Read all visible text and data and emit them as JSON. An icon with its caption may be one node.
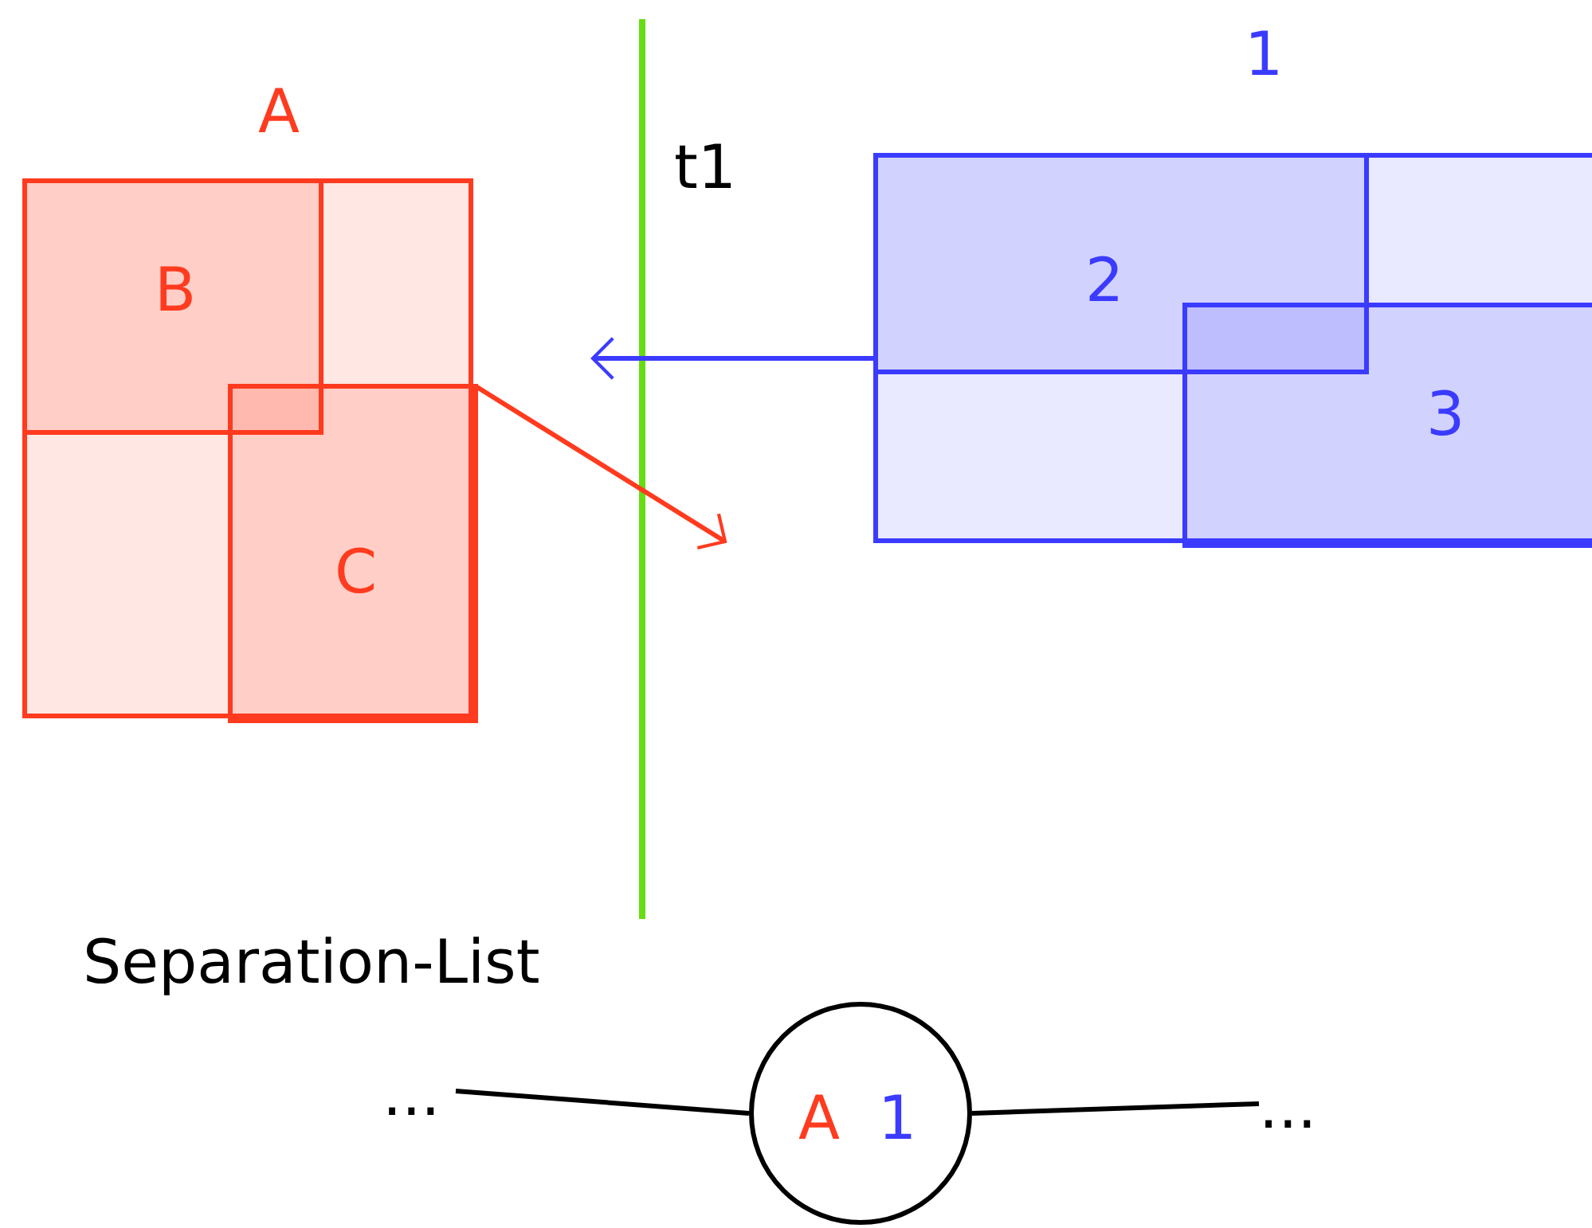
{
  "diagram": {
    "nodes": [
      {
        "text": [
          "A"
        ]
      },
      {
        "text": [
          "B"
        ],
        "in": 0
      },
      {
        "text": [
          "C"
        ],
        "in": 0
      },
      {
        "text": [
          "1"
        ]
      },
      {
        "text": [
          "2"
        ],
        "in": 3
      },
      {
        "text": [
          "3"
        ],
        "in": 3
      },
      {
        "text": [
          "A",
          "1"
        ]
      },
      {
        "text": [
          "..."
        ]
      },
      {
        "text": [
          "..."
        ]
      }
    ],
    "edges": [
      {
        "from": 3,
        "to": null,
        "arrow": "to",
        "color": "#3b3bff"
      },
      {
        "from": 2,
        "to": null,
        "arrow": "to",
        "color": "#ff3b1f"
      },
      {
        "from": 7,
        "to": 6,
        "arrow": "none"
      },
      {
        "from": 6,
        "to": 8,
        "arrow": "none"
      }
    ],
    "labels": [
      "t1",
      "Separation-List"
    ]
  }
}
